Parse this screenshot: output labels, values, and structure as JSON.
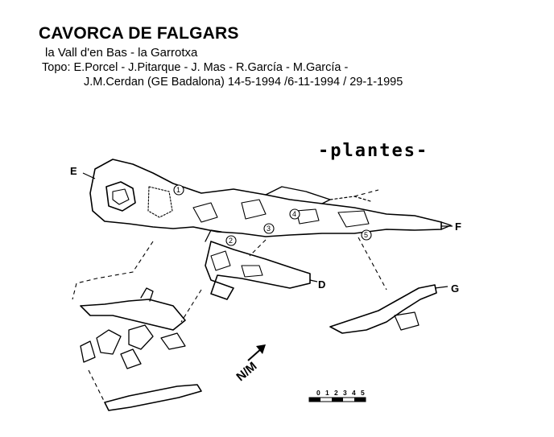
{
  "header": {
    "title": "CAVORCA DE FALGARS",
    "subtitle": "la Vall d'en Bas - la Garrotxa",
    "topo_line1": "Topo: E.Porcel - J.Pitarque - J. Mas - R.García - M.García -",
    "topo_line2": "J.M.Cerdan  (GE Badalona) 14-5-1994 /6-11-1994 / 29-1-1995"
  },
  "map": {
    "section_label": "-plantes-",
    "entrance_labels": {
      "e": "E",
      "d": "D",
      "f": "F",
      "g": "G"
    },
    "stations": [
      "1",
      "2",
      "3",
      "4",
      "5"
    ],
    "north_label": "N/M",
    "scale": {
      "t0": "0",
      "t1": "1",
      "t2": "2",
      "t3": "3",
      "t4": "4",
      "t5": "5"
    },
    "ink_color": "#000000"
  }
}
